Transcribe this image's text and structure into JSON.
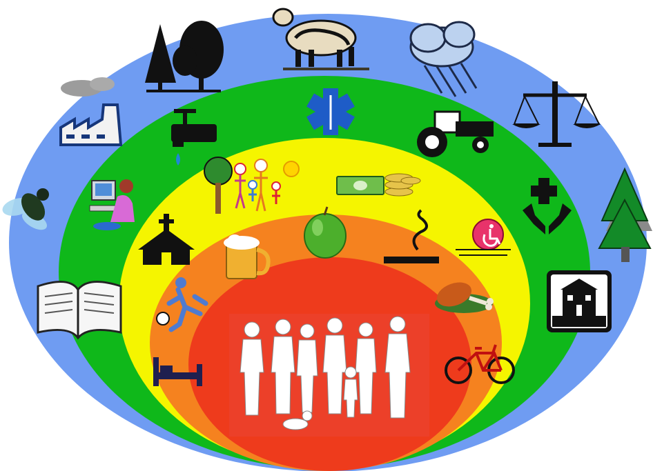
{
  "diagram": {
    "layers": [
      {
        "name": "outer-environment-layer",
        "color": "#6f9cf2"
      },
      {
        "name": "community-layer",
        "color": "#0fb81a"
      },
      {
        "name": "social-layer",
        "color": "#f5f500"
      },
      {
        "name": "lifestyle-layer",
        "color": "#f5821f"
      },
      {
        "name": "individual-layer",
        "color": "#ee3b1c"
      }
    ],
    "icons": {
      "outer": [
        "factory-icon",
        "forest-icon",
        "cow-icon",
        "rain-cloud-icon",
        "scales-icon",
        "pine-tree-icon",
        "fly-icon",
        "open-book-icon",
        "house-icon",
        "health-care-hands-icon"
      ],
      "community": [
        "water-tap-icon",
        "medical-star-icon",
        "tractor-icon",
        "computer-worker-icon",
        "church-icon"
      ],
      "social": [
        "family-drawing-icon",
        "money-icon",
        "wheelchair-icon",
        "football-player-icon",
        "bed-icon"
      ],
      "lifestyle": [
        "beer-mug-icon",
        "green-apple-icon",
        "cigarette-icon",
        "chicken-leg-icon",
        "bicycle-icon"
      ],
      "individual": [
        "people-silhouettes-icon"
      ]
    }
  }
}
